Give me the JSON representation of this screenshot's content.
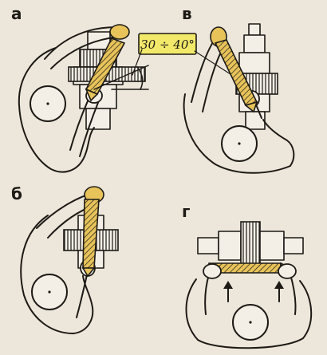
{
  "figure": {
    "panels": [
      {
        "id": "a",
        "label": "а"
      },
      {
        "id": "v",
        "label": "в"
      },
      {
        "id": "b",
        "label": "б"
      },
      {
        "id": "g",
        "label": "г"
      }
    ],
    "angle_callout": {
      "text": "30 ÷ 40°"
    },
    "colors": {
      "ink": "#1d1a16",
      "paper": "#ede7db",
      "file_yellow": "#e7c35a",
      "callout_yellow": "#f2e86a"
    }
  }
}
